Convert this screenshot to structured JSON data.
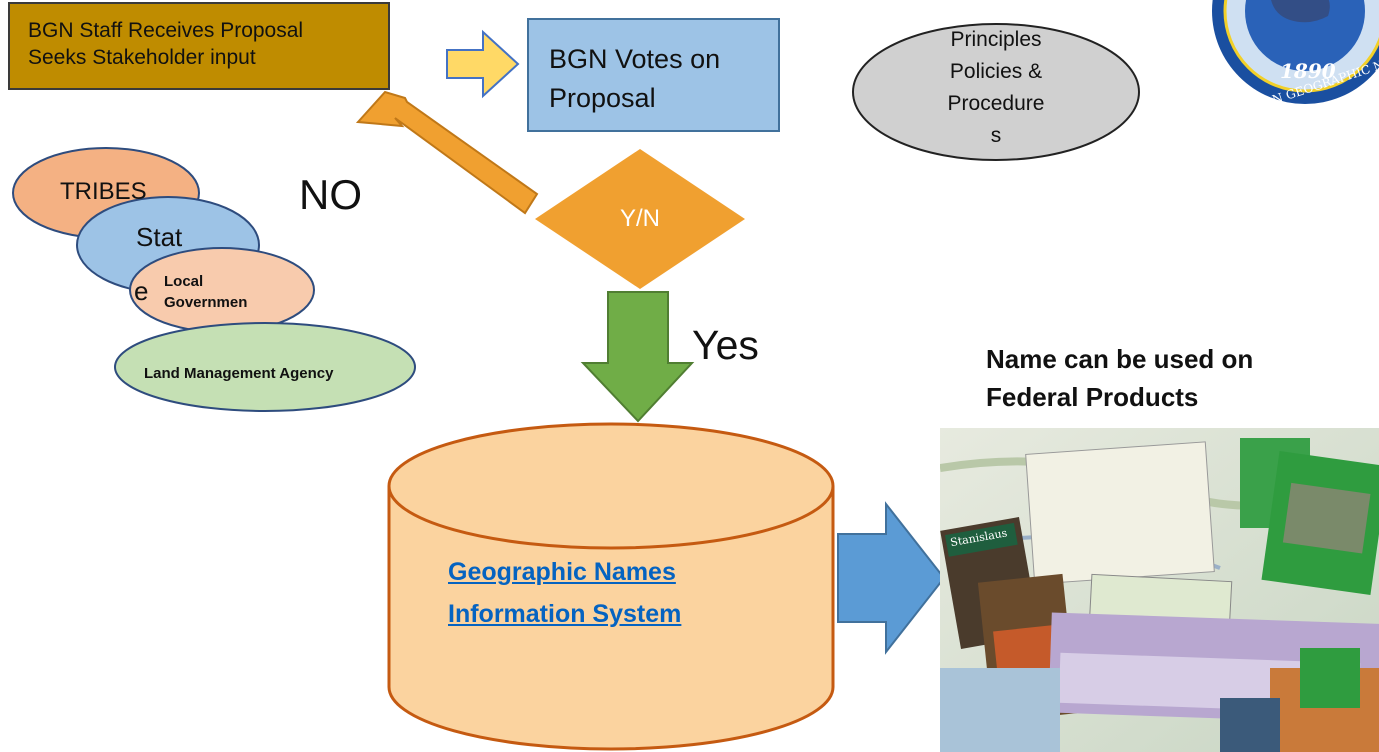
{
  "staff_box": {
    "line1": "BGN Staff Receives Proposal",
    "line2": "Seeks Stakeholder input",
    "color": "#bf8c00"
  },
  "votes_box": {
    "line1": "BGN Votes on",
    "line2": "Proposal",
    "color": "#9dc3e6"
  },
  "principles": {
    "line1": "Principles",
    "line2": "Policies &",
    "line3": "Procedure",
    "line4": "s"
  },
  "decision": {
    "label": "Y/N",
    "no_label": "NO",
    "yes_label": "Yes",
    "color": "#f0a030"
  },
  "stakeholders": {
    "tribes": "TRIBES",
    "state_line1": "Stat",
    "state_line2": "e",
    "local_line1": "Local",
    "local_line2": "Governmen",
    "land": "Land Management Agency"
  },
  "database": {
    "line1": "Geographic Names",
    "line2": "Information System",
    "color": "#fbd39f"
  },
  "federal_products": {
    "line1": "Name can be used on",
    "line2": "Federal Products"
  },
  "seal": {
    "year": "1890",
    "text": "RD ON GEOGRAPHIC NA"
  },
  "collage": {
    "title": "Stanislaus"
  }
}
